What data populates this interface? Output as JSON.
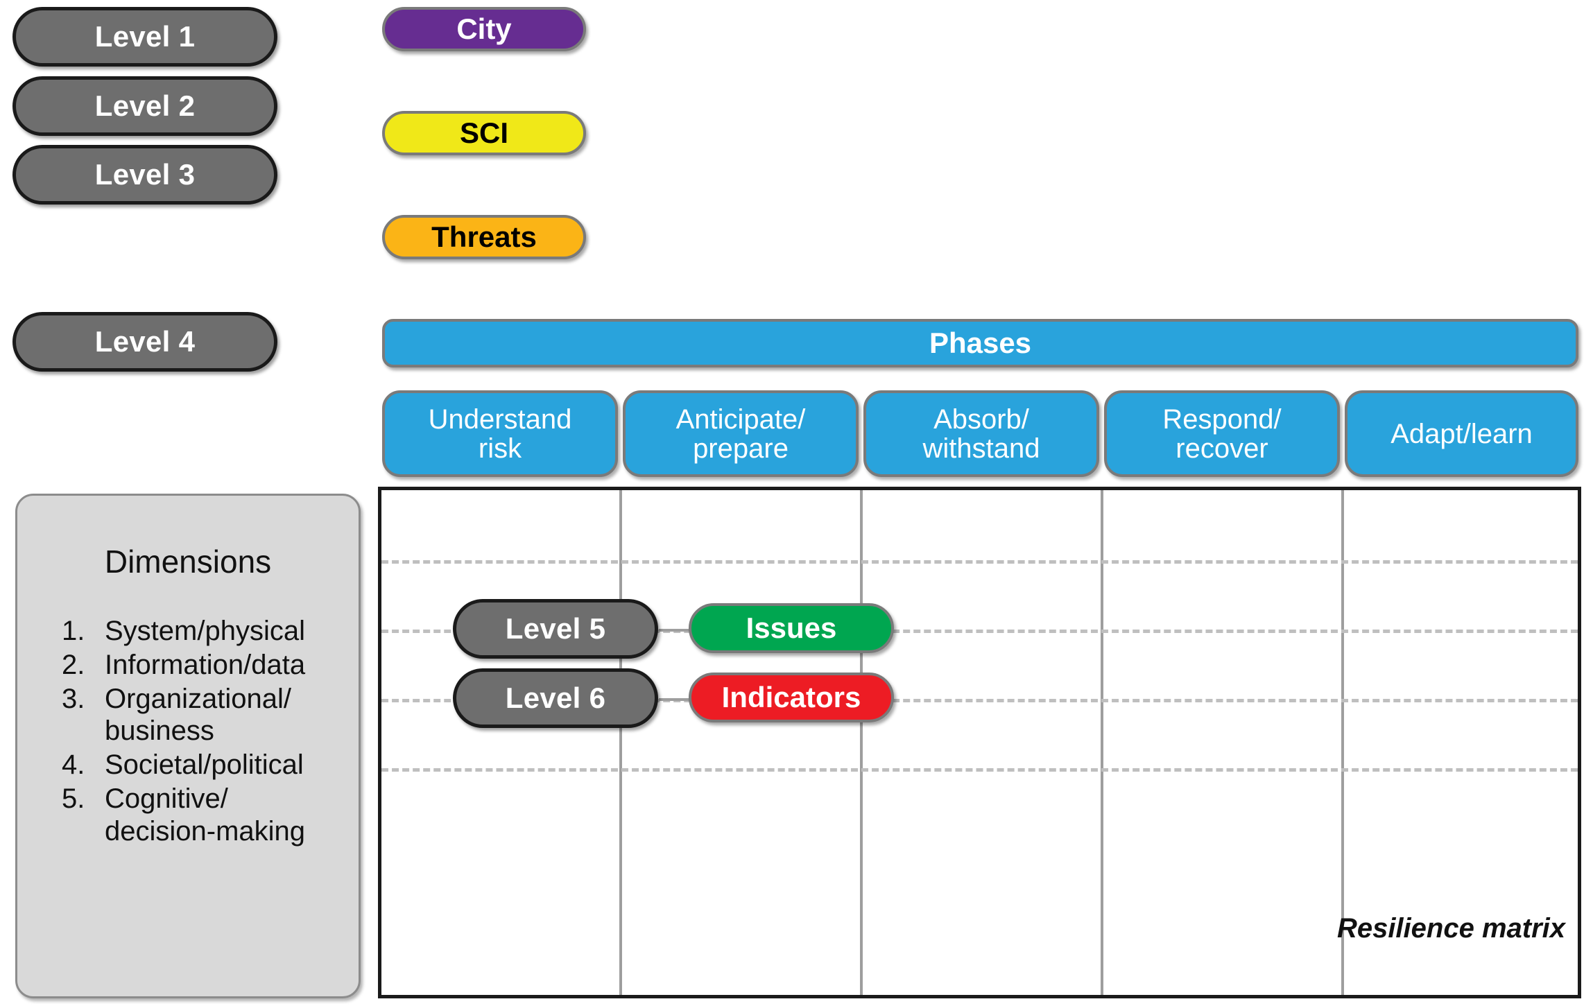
{
  "levels": [
    {
      "label": "Level 1"
    },
    {
      "label": "Level 2"
    },
    {
      "label": "Level 3"
    },
    {
      "label": "Level 4"
    },
    {
      "label": "Level 5"
    },
    {
      "label": "Level 6"
    }
  ],
  "concepts": [
    {
      "label": "City",
      "color": "#662D91",
      "text_color": "#FFFFFF"
    },
    {
      "label": "SCI",
      "color": "#F0E818",
      "text_color": "#000000"
    },
    {
      "label": "Threats",
      "color": "#FBB416",
      "text_color": "#000000"
    },
    {
      "label": "Phases",
      "color": "#29A3DC",
      "text_color": "#FFFFFF"
    },
    {
      "label": "Issues",
      "color": "#00A650",
      "text_color": "#FFFFFF"
    },
    {
      "label": "Indicators",
      "color": "#ED1C24",
      "text_color": "#FFFFFF"
    }
  ],
  "phases": {
    "header_label": "Phases",
    "items": [
      {
        "label": "Understand\nrisk"
      },
      {
        "label": "Anticipate/\nprepare"
      },
      {
        "label": "Absorb/\nwithstand"
      },
      {
        "label": "Respond/\nrecover"
      },
      {
        "label": "Adapt/learn"
      }
    ]
  },
  "dimensions": {
    "title": "Dimensions",
    "items": [
      {
        "num": "1.",
        "label": "System/physical"
      },
      {
        "num": "2.",
        "label": "Information/data"
      },
      {
        "num": "3.",
        "label": "Organizational/\nbusiness"
      },
      {
        "num": "4.",
        "label": "Societal/political"
      },
      {
        "num": "5.",
        "label": "Cognitive/\ndecision-making"
      }
    ]
  },
  "matrix": {
    "caption": "Resilience matrix",
    "column_count": 5,
    "dashed_row_count": 4
  },
  "colors": {
    "grey_pill": "#6E6E6E",
    "grey_pill_border": "#1A1A1A",
    "panel_bg": "#D9D9D9",
    "panel_border": "#8C8C8C",
    "matrix_border": "#1A1A1A",
    "grid_line": "#9E9E9E",
    "dashed_line": "#BFBFBF",
    "purple": "#662D91",
    "yellow": "#F0E818",
    "orange": "#FBB416",
    "blue": "#29A3DC",
    "green": "#00A650",
    "red": "#ED1C24"
  }
}
